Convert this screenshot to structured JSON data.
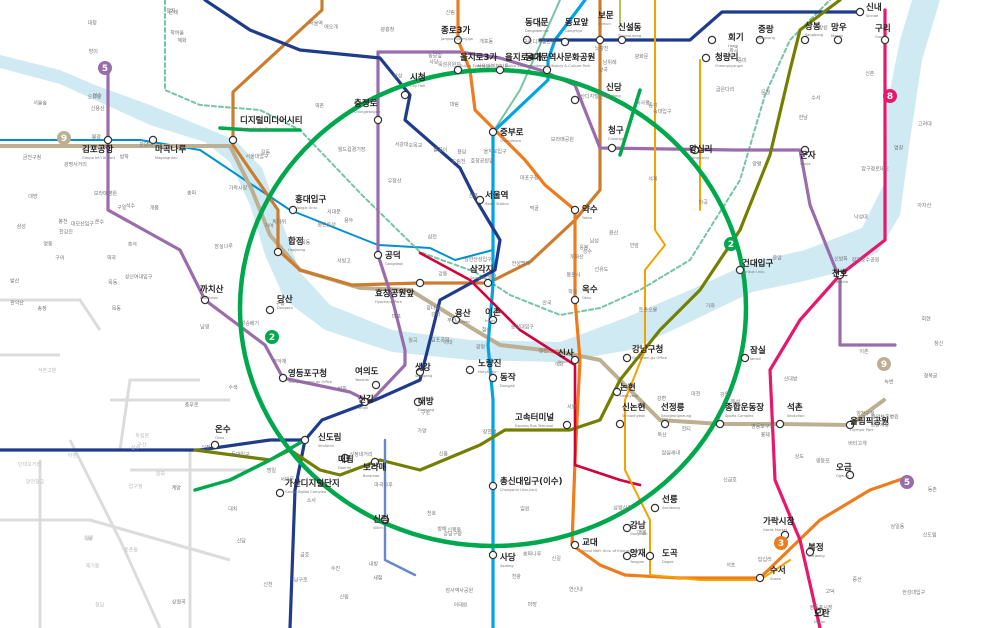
{
  "map": {
    "river_color": "#cfeaf2",
    "line_colors": {
      "line1": "#1f3b8c",
      "line2": "#00a84d",
      "line3": "#ef7c1c",
      "line4": "#00a4e3",
      "line5": "#996cac",
      "line6": "#cd7c2f",
      "line7": "#747f00",
      "line8": "#e6186c",
      "line9": "#bdb092",
      "airport": "#0090d2",
      "gyeongui": "#77c4a3",
      "shinbundang": "#d4003b",
      "suin": "#f5a200",
      "ui": "#b7c452",
      "sillim": "#6789ca"
    },
    "badges": [
      {
        "text": "5",
        "color": "#996cac"
      },
      {
        "text": "9",
        "color": "#bdb092"
      },
      {
        "text": "2",
        "color": "#00a84d"
      },
      {
        "text": "8",
        "color": "#e6186c"
      },
      {
        "text": "9",
        "color": "#bdb092"
      },
      {
        "text": "5",
        "color": "#996cac"
      },
      {
        "text": "3",
        "color": "#ef7c1c"
      },
      {
        "text": "2",
        "color": "#00a84d"
      }
    ],
    "stations": [
      {
        "ko": "종로3가",
        "en": "Jongno 3(sam)-ga"
      },
      {
        "ko": "동대문",
        "en": "Dongdaemun"
      },
      {
        "ko": "동묘앞",
        "en": "Dongmyo"
      },
      {
        "ko": "보문",
        "en": "Bomun"
      },
      {
        "ko": "신설동",
        "en": "Sinseol-dong"
      },
      {
        "ko": "회기",
        "en": "Hoegi"
      },
      {
        "ko": "중랑",
        "en": "Jungnang"
      },
      {
        "ko": "상봉",
        "en": "Sangbong"
      },
      {
        "ko": "망우",
        "en": "Mangu"
      },
      {
        "ko": "신내",
        "en": "Sinnae"
      },
      {
        "ko": "구리",
        "en": "Guri"
      },
      {
        "ko": "을지로3가",
        "en": "Euljiro 3(sam)-ga"
      },
      {
        "ko": "을지로4가",
        "en": "Euljiro 4(sa)-ga"
      },
      {
        "ko": "동대문역사문화공원",
        "en": "Dongdaemun History & Culture Park"
      },
      {
        "ko": "청량리",
        "en": "Cheongnyangni"
      },
      {
        "ko": "디지털미디어시티",
        "en": "Digital Media City"
      },
      {
        "ko": "충정로",
        "en": "Chungjeongno"
      },
      {
        "ko": "시청",
        "en": "City Hall"
      },
      {
        "ko": "신당",
        "en": "Sindang"
      },
      {
        "ko": "청구",
        "en": "Cheonggu"
      },
      {
        "ko": "왕십리",
        "en": "Wangsimni"
      },
      {
        "ko": "군자",
        "en": "Gunja"
      },
      {
        "ko": "김포공항",
        "en": "Gimpo Int'l Airport"
      },
      {
        "ko": "마곡나루",
        "en": "Magongnaru"
      },
      {
        "ko": "홍대입구",
        "en": "Hongik Univ."
      },
      {
        "ko": "중부로",
        "en": "Chungmuro"
      },
      {
        "ko": "서울역",
        "en": "Seoul Station"
      },
      {
        "ko": "약수",
        "en": "Yaksu"
      },
      {
        "ko": "합정",
        "en": "Hapjeong"
      },
      {
        "ko": "공덕",
        "en": "Gongdeok"
      },
      {
        "ko": "삼각지",
        "en": "Samgakji"
      },
      {
        "ko": "효창공원앞",
        "en": "Hyochang Park"
      },
      {
        "ko": "건대입구",
        "en": "Konkuk Univ."
      },
      {
        "ko": "천호",
        "en": "Cheonho"
      },
      {
        "ko": "까치산",
        "en": "Kkachisan"
      },
      {
        "ko": "당산",
        "en": "Dangsan"
      },
      {
        "ko": "용산",
        "en": "Yongsan"
      },
      {
        "ko": "이촌",
        "en": "Ichon"
      },
      {
        "ko": "옥수",
        "en": "Oksu"
      },
      {
        "ko": "신사",
        "en": "Sinsa"
      },
      {
        "ko": "강남구청",
        "en": "Gangnam-gu Office"
      },
      {
        "ko": "잠실",
        "en": "Jamsil"
      },
      {
        "ko": "영등포구청",
        "en": "Yeongdeungpo-gu Office"
      },
      {
        "ko": "여의도",
        "en": "Yeouido"
      },
      {
        "ko": "샛강",
        "en": "Saetgang"
      },
      {
        "ko": "노량진",
        "en": "Noryangjin"
      },
      {
        "ko": "동작",
        "en": "Dongjak"
      },
      {
        "ko": "논현",
        "en": "Nonhyeon"
      },
      {
        "ko": "신길",
        "en": "Singil"
      },
      {
        "ko": "대방",
        "en": "Daebang"
      },
      {
        "ko": "고속터미널",
        "en": "Express Bus Terminal"
      },
      {
        "ko": "신논현",
        "en": "Sinnonhyeon"
      },
      {
        "ko": "선정릉",
        "en": "Seonjeongneung"
      },
      {
        "ko": "종합운동장",
        "en": "Sports Complex"
      },
      {
        "ko": "석촌",
        "en": "Seokchon"
      },
      {
        "ko": "올림픽공원",
        "en": "Olympic Park"
      },
      {
        "ko": "온수",
        "en": "Onsu"
      },
      {
        "ko": "신도림",
        "en": "Sindorim"
      },
      {
        "ko": "대림",
        "en": "Daerim"
      },
      {
        "ko": "보라매",
        "en": "Boramae"
      },
      {
        "ko": "가산디지털단지",
        "en": "Gasan Digital Complex"
      },
      {
        "ko": "총신대입구(이수)",
        "en": "Chongshin Univ.(Isu)"
      },
      {
        "ko": "오금",
        "en": "Ogeum"
      },
      {
        "ko": "선릉",
        "en": "Seolleung"
      },
      {
        "ko": "가락시장",
        "en": "Garak Market"
      },
      {
        "ko": "신림",
        "en": "Sillim"
      },
      {
        "ko": "강남",
        "en": "Gangnam"
      },
      {
        "ko": "교대",
        "en": "Seoul Nat'l Univ. of Education"
      },
      {
        "ko": "양재",
        "en": "Yangjae"
      },
      {
        "ko": "도곡",
        "en": "Dogok"
      },
      {
        "ko": "수서",
        "en": "Suseo"
      },
      {
        "ko": "복정",
        "en": "Bokjeong"
      },
      {
        "ko": "사당",
        "en": "Sadang"
      },
      {
        "ko": "모란",
        "en": "Moran"
      }
    ],
    "minor_labels": [
      "광명",
      "방학",
      "강서",
      "김포",
      "개화산",
      "서대문",
      "광화문",
      "을지로입구",
      "종각",
      "안국",
      "혜화",
      "한성대입구",
      "성신여대입구",
      "고려대",
      "월곡",
      "석계",
      "상월곡",
      "돌곶이",
      "먹골",
      "중화",
      "용두",
      "제기동",
      "신답",
      "용답",
      "성수",
      "뚝섬",
      "한양대",
      "뚝섬유원지",
      "구의",
      "강변",
      "아차산",
      "광나루",
      "천호",
      "강동",
      "길동",
      "굽은다리",
      "명일",
      "고덕",
      "상일동",
      "강일",
      "암사",
      "몽촌토성",
      "잠실나루",
      "잠실새내",
      "신천",
      "삼성",
      "봉은사",
      "청담",
      "강남구청",
      "학동",
      "압구정",
      "압구정로데오",
      "서울숲",
      "한티",
      "매봉",
      "대치",
      "학여울",
      "대청",
      "일원",
      "수서",
      "개포동",
      "구룡",
      "대모산입구",
      "가락시장",
      "문정",
      "장지",
      "남위례",
      "산성",
      "남한산성입구",
      "단대오거리",
      "신흥",
      "수진",
      "마천",
      "거여",
      "개롱",
      "방이",
      "송파",
      "석촌고분",
      "삼전",
      "송파나루",
      "한성백제",
      "둔촌동",
      "둔촌오륜",
      "중앙보훈병원",
      "암사역사공원",
      "장자호수공원",
      "장한평",
      "답십리",
      "마장",
      "상왕십리",
      "동묘앞",
      "창신",
      "안암",
      "신금호",
      "행당",
      "버티고개",
      "한강진",
      "이태원",
      "녹사평",
      "숙대입구",
      "남영",
      "서울역",
      "회현",
      "명동",
      "충무로",
      "동대입구",
      "금호",
      "응봉",
      "한남",
      "서빙고",
      "이촌",
      "신용산",
      "효창공원앞",
      "마포",
      "애오개",
      "아현",
      "이대",
      "신촌",
      "서강대",
      "광흥창",
      "상수",
      "망원",
      "마포구청",
      "월드컵경기장",
      "가좌",
      "수색",
      "증산",
      "새절",
      "응암",
      "불광",
      "구산",
      "연신내",
      "독바위",
      "역촌",
      "녹번",
      "홍제",
      "무악재",
      "독립문",
      "경복궁",
      "서대문",
      "영천",
      "흑석",
      "상도",
      "숭실대입구",
      "남성",
      "이수",
      "내방",
      "서초",
      "방배",
      "사당",
      "낙성대",
      "서울대입구",
      "봉천",
      "신림",
      "신대방",
      "구로디지털단지",
      "대림",
      "신풍",
      "장승배기",
      "보라매공원",
      "서원",
      "서울대벤처타운",
      "관악산",
      "신림",
      "당곡",
      "보라매병원",
      "구로",
      "신도림",
      "문래",
      "영등포시장",
      "영등포",
      "신길",
      "대방",
      "노량진",
      "용산",
      "남구로",
      "가산디지털단지",
      "독산",
      "금천구청",
      "석수",
      "광명사거리",
      "철산",
      "천왕",
      "온수",
      "오류동",
      "개봉",
      "구일",
      "역곡",
      "소사",
      "부천",
      "양천구청",
      "신정네거리",
      "도림천",
      "양평",
      "선유도",
      "신목동",
      "목동",
      "오목교",
      "영등포구청",
      "신정",
      "목동",
      "화곡",
      "우장산",
      "발산",
      "마곡",
      "송정",
      "김포공항",
      "양천향교",
      "가양",
      "증미",
      "등촌",
      "염창",
      "신목동",
      "공항시장",
      "신방화",
      "마곡나루",
      "계양",
      "개화",
      "방화"
    ]
  }
}
